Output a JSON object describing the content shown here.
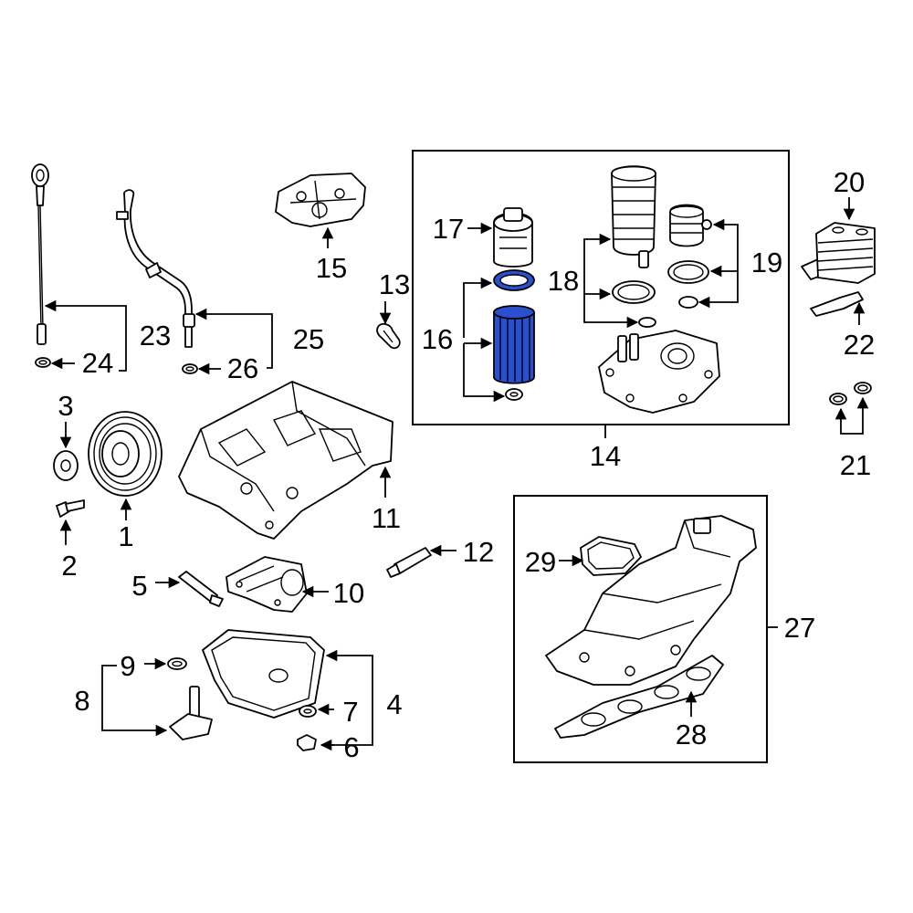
{
  "colors": {
    "line": "#000000",
    "background": "#ffffff",
    "highlight": "#2a4fcf"
  },
  "callouts": {
    "c1": "1",
    "c2": "2",
    "c3": "3",
    "c4": "4",
    "c5": "5",
    "c6": "6",
    "c7": "7",
    "c8": "8",
    "c9": "9",
    "c10": "10",
    "c11": "11",
    "c12": "12",
    "c13": "13",
    "c14": "14",
    "c15": "15",
    "c16": "16",
    "c17": "17",
    "c18": "18",
    "c19": "19",
    "c20": "20",
    "c21": "21",
    "c22": "22",
    "c23": "23",
    "c24": "24",
    "c25": "25",
    "c26": "26",
    "c27": "27",
    "c28": "28",
    "c29": "29"
  },
  "highlighted_parts": [
    "16"
  ]
}
